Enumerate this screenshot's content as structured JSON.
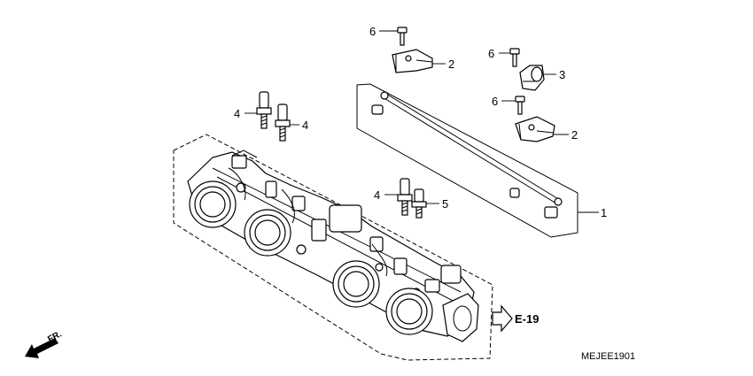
{
  "callouts": {
    "c1": "1",
    "c2a": "2",
    "c2b": "2",
    "c3": "3",
    "c4a": "4",
    "c4b": "4",
    "c4c": "4",
    "c5": "5",
    "c6a": "6",
    "c6b": "6",
    "c6c": "6"
  },
  "reference": {
    "label": "E-19"
  },
  "front": {
    "label": "FR."
  },
  "diagram_code": "MEJEE1901"
}
